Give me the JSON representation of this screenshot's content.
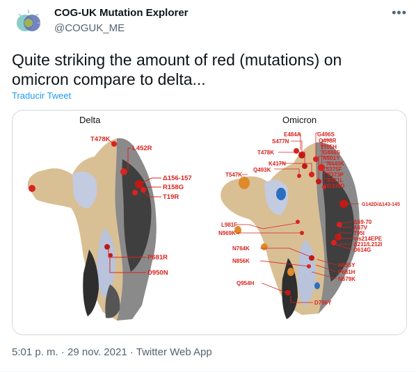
{
  "account": {
    "display_name": "COG-UK Mutation Explorer",
    "handle": "@COGUK_ME",
    "more_icon": "more-dots-icon"
  },
  "tweet": {
    "text_line1": "Quite striking the amount of red (mutations) on",
    "text_line2": "omicron compare to delta...",
    "translate_label": "Traducir Tweet",
    "time": "5:01 p. m.",
    "date": "29 nov. 2021",
    "source": "Twitter Web App",
    "separator": "·"
  },
  "figure": {
    "delta_title": "Delta",
    "omicron_title": "Omicron",
    "delta_labels": [
      "T478K",
      "L452R",
      "Δ156-157",
      "R158G",
      "T19R",
      "P681R",
      "D950N"
    ],
    "omicron_labels": [
      "E484A",
      "G496S",
      "S477N",
      "Q498R",
      "T505H",
      "T478K",
      "G446S",
      "N501Y",
      "K417N",
      "N440K",
      "Q493K",
      "S375F",
      "S373P",
      "S371L",
      "T547K",
      "G339D",
      "G142D/Δ143-145",
      "L981F",
      "Δ69-70",
      "N969K",
      "A67V",
      "T95I",
      "ins214EPE",
      "N764K",
      "Δ211/L212I",
      "D614G",
      "N856K",
      "H655Y",
      "P681H",
      "N679K",
      "Q954H",
      "D796Y"
    ],
    "colors": {
      "mutation_red": "#d8231e",
      "tan": "#d9bf94",
      "dark_grey": "#4a4a4a",
      "light_blue": "#b9c3dc",
      "orange": "#e0892a",
      "blue": "#2a6fc0"
    }
  }
}
